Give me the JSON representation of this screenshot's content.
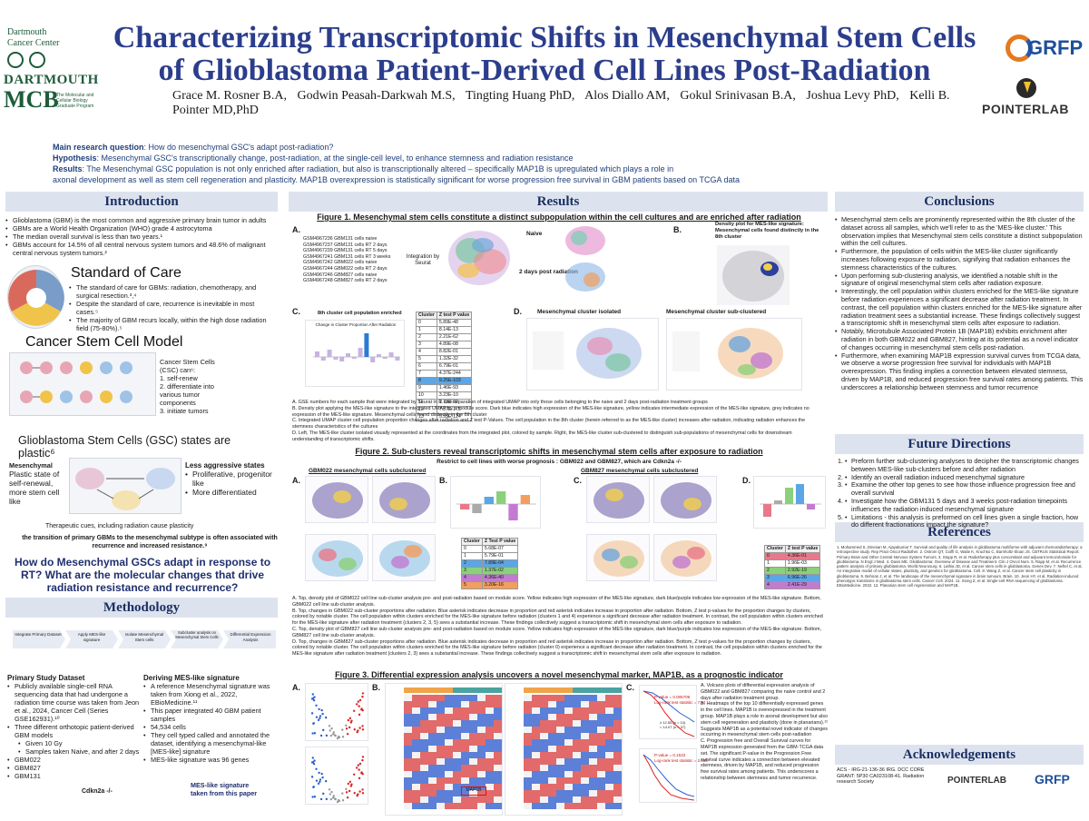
{
  "header": {
    "title_line1": "Characterizing Transcriptomic Shifts in Mesenchymal Stem Cells",
    "title_line2": "of Glioblastoma Patient-Derived Cell Lines Post-Radiation",
    "authors": [
      "Grace M. Rosner B.A,",
      "Godwin Peasah-Darkwah M.S,",
      "Tingting Huang PhD,",
      "Alos Diallo AM,",
      "Gokul Srinivasan B.A,",
      "Joshua Levy PhD,",
      "Kelli B. Pointer MD,PhD"
    ],
    "logos": {
      "dcc_line1": "Dartmouth",
      "dcc_line2": "Cancer Center",
      "dartmouth": "DARTMOUTH",
      "mcb": "MCB",
      "mcb_sub": "The Molecular and Cellular Biology Graduate Program",
      "grfp": "GRFP",
      "pointer": "POINTERLAB"
    }
  },
  "summary": {
    "q_label": "Main research question",
    "q_text": ": How do mesenchymal GSC's adapt post-radiation?",
    "h_label": "Hypothesis",
    "h_text": ": Mesenchymal GSC's transcriptionally change, post-radiation, at the single-cell level, to enhance stemness and radiation resistance",
    "r_label": "Results",
    "r_text": ": The Mesenchymal GSC population is not only enriched after radiation, but also is transcriptionally altered – specifically MAP1B is upregulated which plays a role in",
    "r_text2": "axonal development as well as stem cell regeneration and plasticity. MAP1B overexpression is statistically significant for worse progression free survival in GBM patients based on TCGA data"
  },
  "sections": {
    "introduction": "Introduction",
    "results": "Results",
    "methodology": "Methodology",
    "conclusions": "Conclusions",
    "future": "Future Directions",
    "references": "References",
    "ack": "Acknowledgements"
  },
  "intro": {
    "bullets": [
      "Glioblastoma (GBM) is the most common and aggressive primary brain tumor in adults",
      "GBMs are a World Health Organization (WHO) grade 4 astrocytoma",
      "The median overall survival is less than two years.¹",
      "GBMs account for 14.5% of all central nervous system tumors and 48.6% of malignant central nervous system tumors.²"
    ],
    "soc_title": "Standard of Care",
    "soc_bullets": [
      "The standard of care for GBMs: radiation, chemotherapy, and surgical resection.³,⁴",
      "Despite the standard of care, recurrence is inevitable in most cases.⁵",
      "The majority of GBM recurs locally, within the high dose radiation field (75-80%).⁵"
    ],
    "csc_title": "Cancer Stem Cell Model",
    "csc_text": "Cancer Stem Cells (CSC) can⁶:",
    "csc_items": [
      "self-renew",
      "differentiate into various tumor components",
      "initiate tumors"
    ],
    "gsc_title": "Glioblastoma Stem Cells (GSC) states are plastic⁶",
    "mes_title": "Mesenchymal",
    "mes_text": "Plastic state of self-renewal, more stem cell like",
    "less_title": "Less aggressive states",
    "less_items": [
      "Proliferative, progenitor like",
      "More differentiated"
    ],
    "cues": "Therapeutic cues, including radiation cause plasticity",
    "transition": "the transition of primary GBMs to the mesenchymal subtype is often associated with recurrence and increased resistance.⁹",
    "question": "How do Mesenchymal GSCs adapt in response to RT? What are the molecular changes that drive radiation resistance and recurrence?"
  },
  "method": {
    "flow": [
      "Integrate Primary Dataset",
      "Apply MES-like signature",
      "Isolate Mesenchymal Stem cells",
      "Subcluster analysis on Mesenchymal Stem Cells",
      "Differential Expression Analysis"
    ],
    "psd_title": "Primary Study Dataset",
    "psd_bullets": [
      "Publicly available single-cell RNA sequencing data that had undergone a radiation time course was taken from Jeon et al., 2024, Cancer Cell (Series GSE162931).¹⁰",
      "Three different orthotopic patient-derived GBM models",
      "GBM022",
      "GBM827",
      "GBM131"
    ],
    "psd_sub": [
      "Given 10 Gy",
      "Samples taken Naive, and after 2 days"
    ],
    "cdkn": "Cdkn2a -/-",
    "mes_title": "Deriving MES-like signature",
    "mes_bullets": [
      "A reference Mesenchymal signature was taken from Xiong et al., 2022, EBioMedicine.¹¹",
      "This paper integrated 40 GBM patient samples",
      "54,534 cells",
      "They cell typed called and annotated the dataset, identifying a mesenchymal-like [MES-like] signature",
      "MES-like signature was 96 genes"
    ],
    "mes_note": "MES-like signature taken from this paper"
  },
  "results": {
    "fig1_title": "Figure 1. Mesenchymal stem cells constitute a distinct subpopulation within the cell cultures and are enriched after radiation",
    "fig1_samples": [
      "GSM4967236 GBM131 cells naive",
      "GSM4967237 GBM131 cells RT 2 days",
      "GSM4967239 GBM131 cells RT 5 days",
      "GSM4967241 GBM131 cells RT 3 weeks",
      "GSM4967242 GBM022 cells naive",
      "GSM4967244 GBM022 cells RT 2 days",
      "GSM4967246 GBM827 cells naive",
      "GSM4967248 GBM827 cells RT 2 days"
    ],
    "integration": "Integration by Seurat",
    "naive": "Naive",
    "post": "2 days post radiation",
    "density": "Density plot for MES-like signature: Mesenchymal cells found distinctly in the 8th cluster",
    "cluster8": "8th cluster cell population enriched",
    "change_label": "Change in Cluster Proportion After Radiation",
    "fig1_table": {
      "header": [
        "Cluster",
        "Z test P value"
      ],
      "rows": [
        [
          "0",
          "5.89E-48"
        ],
        [
          "1",
          "8.14E-13"
        ],
        [
          "2",
          "2.21E-62"
        ],
        [
          "3",
          "4.89E-08"
        ],
        [
          "4",
          "8.82E-01"
        ],
        [
          "5",
          "1.32E-32"
        ],
        [
          "6",
          "6.79E-01"
        ],
        [
          "7",
          "4.37E-244"
        ],
        [
          "8",
          "9.25E-103"
        ],
        [
          "9",
          "1.46E-93"
        ],
        [
          "10",
          "3.23E-10"
        ],
        [
          "11",
          "1.73E-02"
        ],
        [
          "12",
          "7.37E-175"
        ],
        [
          "13",
          "5.55E-124"
        ]
      ],
      "highlight": 8
    },
    "iso": "Mesenchymal cluster isolated",
    "subc": "Mesenchymal cluster sub-clustered",
    "fig1_caption": [
      "A. GSE numbers for each sample that were integrated by Seurat in R and separation of integrated UMAP into only those cells belonging to the naive and 2 days post-radiation treatment groups",
      "B. Density plot applying the MES-like signature to the integrated UMAP by a module score. Dark blue indicates high expression of the MES-like signature, yellow indicates intermediate expression of the MES-like signature, grey indicates no expression of the MES-like signature. Mesenchymal cells found distinctly in the 8th cluster",
      "C. Integrated UMAP cluster cell population proportion changes after radiation and Z test P-Values. The cell population in the 8th cluster (herein referred to as the MES-like cluster) increases after radiation, indicating radiation enhances the stemness characteristics of the cultures",
      "D. Left, The MES-like cluster isolated visually represented at the coordinates from the integrated plot, colored by sample. Right, the MES-like cluster sub-clustered to distinguish sub-populations of mesenchymal cells for downstream understanding of transcriptomic shifts."
    ],
    "fig2_title": "Figure 2. Sub-clusters reveal transcriptomic shifts in mesenchymal stem cells after exposure to radiation",
    "fig2_restrict": "Restrict to cell lines with worse prognosis : GBM022 and GBM827, which are Cdkn2a -/-",
    "fig2_gbm022": "GBM022 mesenchymal cells subclustered",
    "fig2_gbm827": "GBM827 mesenchymal cells subclustered",
    "fig2_table1": {
      "header": [
        "Cluster",
        "Z Test P value"
      ],
      "rows": [
        [
          "0",
          "5.68E-07"
        ],
        [
          "1",
          "5.79E-01"
        ],
        [
          "2",
          "7.89E-04"
        ],
        [
          "3",
          "1.37E-02"
        ],
        [
          "4",
          "4.36E-40"
        ],
        [
          "5",
          "3.20E-16"
        ]
      ]
    },
    "fig2_table2": {
      "header": [
        "Cluster",
        "Z test P value"
      ],
      "rows": [
        [
          "0",
          "4.36E-01"
        ],
        [
          "1",
          "1.96E-03"
        ],
        [
          "2",
          "2.92E-19"
        ],
        [
          "3",
          "6.96E-26"
        ],
        [
          "4",
          "2.41E-29"
        ]
      ]
    },
    "fig2_caption": [
      "A. Top, density plot of GBM022 cell line sub-cluster analysis pre- and post-radiation based on module score. Yellow indicates high expression of the MES-like signature, dark blue/purple indicates low expression of the MES-like signature. Bottom, GBM022 cell line sub-cluster analysis.",
      "B. Top, changes in GBM022 sub-cluster proportions after radiation. Blue asterisk indicates decrease in proportion and red asterisk indicates increase in proportion after radiation. Bottom, Z test p-values for the proportion changes by clusters, colored by notable cluster. The cell population within clusters enriched for the MES-like signature before radiation (clusters 1 and 4) experience a significant decrease after radiation treatment. In contrast, the cell population within clusters enriched for the MES-like signature after radiation treatment (clusters 2, 3, 5) sees a substantial increase. These findings collectively suggest a transcriptomic shift in mesenchymal stem cells after exposure to radiation.",
      "C. Top, density plot of GBM827 cell line sub-cluster analysis pre- and post-radiation based on module score. Yellow indicates high expression of the MES-like signature, dark blue/purple indicates low expression of the MES-like signature. Bottom, GBM827 cell line sub-cluster analysis.",
      "D. Top, changes in GBM827 sub-cluster proportions after radiation. Blue asterisk indicates decrease in proportion and red asterisk indicates increase in proportion after radiation. Bottom, Z test p-values for the proportion changes by clusters, colored by notable cluster. The cell population within clusters enriched for the MES-like signature before radiation (cluster 0) experience a significant decrease after radiation treatment. In contrast, the cell population within clusters enriched for the MES-like signature after radiation treatment (clusters 2, 3) sees a substantial increase. These findings collectively suggest a transcriptomic shift in mesenchymal stem cells after exposure to radiation."
    ],
    "fig3_title": "Figure 3. Differential expression analysis uncovers a novel mesenchymal marker, MAP1B, as a prognostic indicator",
    "map1b": "MAP1B",
    "os_text": "P-value = 0.005709\nLog-rank test statistic = 7.64",
    "os_legend": [
      "≥ 12.55 (n = 10)",
      "< 14.07 (n = 37)"
    ],
    "pfs_text": "P-value = 0.1533\nLog-rank test statistic = 2.039",
    "fig3_caption": [
      "A. Volcano plots of differential expression analysis of GBM022 and GBM827 comparing the naive control and 2 days after radiation treatment group.",
      "B. Heatmaps of the top 10 differentially expressed genes in the cell lines. MAP1B is overexpressed in the treatment group. MAP1B plays a role in axonal development but also stem cell regeneration and plasticity (done in planarians).¹² Suggests MAP1B as a potential novel indicator of changes occurring in mesenchymal stem cells post-radiation",
      "C. Progression free and Overall Survival curves for MAP1B expression generated from the GBM-TCGA data set. The significant P-value in the Progression Free survival curve indicates a connection between elevated stemness, driven by MAP1B, and reduced progression free survival rates among patients. This underscores a relationship between stemness and tumor recurrence."
    ]
  },
  "conclusions": {
    "bullets": [
      "Mesenchymal stem cells are prominently represented within the 8th cluster of the dataset across all samples, which we'll refer to as the 'MES-like cluster.' This observation implies that Mesenchymal stem cells constitute a distinct subpopulation within the cell cultures.",
      "Furthermore, the population of cells within the MES-like cluster significantly increases following exposure to radiation, signifying that radiation enhances the stemness characteristics of the cultures.",
      "Upon performing sub-clustering analysis, we identified a notable shift in the signature of original mesenchymal stem cells after radiation exposure.",
      "Interestingly, the cell population within clusters enriched for the MES-like signature before radiation experiences a significant decrease after radiation treatment. In contrast, the cell population within clusters enriched for the MES-like signature after radiation treatment sees a substantial increase. These findings collectively suggest a transcriptomic shift in mesenchymal stem cells after exposure to radiation.",
      "Notably, Microtubule Associated Protein 1B (MAP1B) exhibits enrichment after radiation in both GBM022 and GBM827, hinting at its potential as a novel indicator of changes occurring in mesenchymal stem cells post-radiation.",
      "Furthermore, when examining MAP1B expression survival curves from TCGA data, we observe a worse progression free survival for individuals with MAP1B overexpression. This finding implies a connection between elevated stemness, driven by MAP1B, and reduced progression free survival rates among patients. This underscores a relationship between stemness and tumor recurrence"
    ]
  },
  "future": {
    "items": [
      "Preform further sub-clustering analyses to decipher the transcriptomic changes between MES-like sub-clusters before and after radiation",
      "Identify an overall radiation induced mesenchymal signature",
      "Examine the other top genes to see how those influence progression free and overall survival",
      "Investigate how the GBM131 5 days and 3 weeks post-radiation timepoints influences the radiation induced mesenchymal signature",
      "Limitations - this analysis is preformed on cell lines given a single fraction, how do different fractionations impact the signature?"
    ]
  },
  "references": {
    "text": "1. Mohammed S, Dinesan M, Ajayakumar T. Survival and quality of life analysis in glioblastoma multiforme with adjuvant chemoradiotherapy: a retrospective study. Rep Pract Oncol Radiother. 2. Ostrom QT, Cioffi G, Waite K, Kruchko C, Barnholtz-Sloan JS. CBTRUS Statistical Report: Primary Brain and Other Central Nervous System Tumors. 3. Stupp R, et al. Radiotherapy plus concomitant and adjuvant temozolomide for glioblastoma. N Engl J Med. 4. Davis ME. Glioblastoma: Overview of Disease and Treatment. Clin J Oncol Nurs. 5. Rapp M, et al. Recurrence pattern analysis of primary glioblastoma. World Neurosurg. 6. Lathia JD, et al. Cancer stem cells in glioblastoma. Genes Dev. 7. Neftel C, et al. An integrative model of cellular states, plasticity, and genetics for glioblastoma. Cell. 8. Wang Z, et al. Cancer stem cell plasticity in glioblastoma. 9. Behnan J, et al. The landscape of the mesenchymal signature in brain tumours. Brain. 10. Jeon HY, et al. Radiation-induced phenotypic transitions in glioblastoma stem cells. Cancer Cell. 2024. 11. Xiong Z, et al. Single-cell RNA sequencing of glioblastoma. EBioMedicine. 2022. 12. Planarian stem cell regeneration and MAP1B."
  },
  "ack": {
    "text": "ACS - IRG-21-136-36 IRG. DCC CORE GRANT: 5P30 CA023108-41. Radiation research Society"
  }
}
